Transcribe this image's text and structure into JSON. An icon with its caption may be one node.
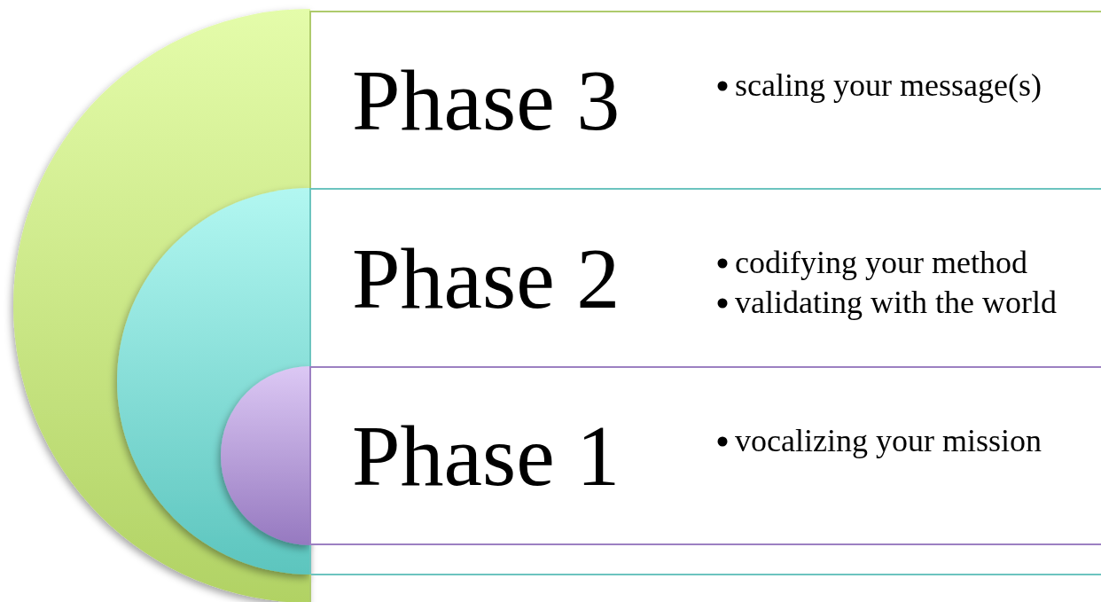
{
  "diagram": {
    "nodes": [
      {
        "text": [
          "Phase 3",
          "scaling your message(s)"
        ]
      },
      {
        "text": [
          "Phase 2",
          "codifying your method",
          "validating with the world"
        ]
      },
      {
        "text": [
          "Phase 1",
          "vocalizing your mission"
        ]
      }
    ]
  }
}
